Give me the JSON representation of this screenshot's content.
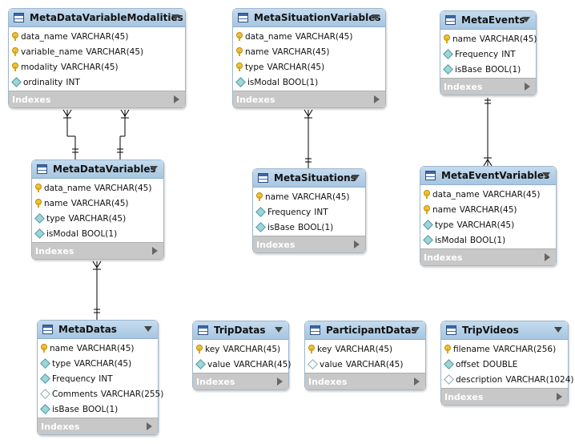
{
  "tables": {
    "metadatavariablemodalities": {
      "title": "MetaDataVariableModalities",
      "columns": [
        {
          "name": "data_name",
          "type": "VARCHAR(45)",
          "icon": "key"
        },
        {
          "name": "variable_name",
          "type": "VARCHAR(45)",
          "icon": "key"
        },
        {
          "name": "modality",
          "type": "VARCHAR(45)",
          "icon": "key"
        },
        {
          "name": "ordinality",
          "type": "INT",
          "icon": "attr"
        }
      ],
      "indexes_label": "Indexes"
    },
    "metasituationvariables": {
      "title": "MetaSituationVariables",
      "columns": [
        {
          "name": "data_name",
          "type": "VARCHAR(45)",
          "icon": "key"
        },
        {
          "name": "name",
          "type": "VARCHAR(45)",
          "icon": "key"
        },
        {
          "name": "type",
          "type": "VARCHAR(45)",
          "icon": "key"
        },
        {
          "name": "isModal",
          "type": "BOOL(1)",
          "icon": "attr"
        }
      ],
      "indexes_label": "Indexes"
    },
    "metaevents": {
      "title": "MetaEvents",
      "columns": [
        {
          "name": "name",
          "type": "VARCHAR(45)",
          "icon": "key"
        },
        {
          "name": "Frequency",
          "type": "INT",
          "icon": "attr"
        },
        {
          "name": "isBase",
          "type": "BOOL(1)",
          "icon": "attr"
        }
      ],
      "indexes_label": "Indexes"
    },
    "metadatavariables": {
      "title": "MetaDataVariables",
      "columns": [
        {
          "name": "data_name",
          "type": "VARCHAR(45)",
          "icon": "key"
        },
        {
          "name": "name",
          "type": "VARCHAR(45)",
          "icon": "key"
        },
        {
          "name": "type",
          "type": "VARCHAR(45)",
          "icon": "attr"
        },
        {
          "name": "isModal",
          "type": "BOOL(1)",
          "icon": "attr"
        }
      ],
      "indexes_label": "Indexes"
    },
    "metasituations": {
      "title": "MetaSituations",
      "columns": [
        {
          "name": "name",
          "type": "VARCHAR(45)",
          "icon": "key"
        },
        {
          "name": "Frequency",
          "type": "INT",
          "icon": "attr"
        },
        {
          "name": "isBase",
          "type": "BOOL(1)",
          "icon": "attr"
        }
      ],
      "indexes_label": "Indexes"
    },
    "metaeventvariables": {
      "title": "MetaEventVariables",
      "columns": [
        {
          "name": "data_name",
          "type": "VARCHAR(45)",
          "icon": "key"
        },
        {
          "name": "name",
          "type": "VARCHAR(45)",
          "icon": "key"
        },
        {
          "name": "type",
          "type": "VARCHAR(45)",
          "icon": "attr"
        },
        {
          "name": "isModal",
          "type": "BOOL(1)",
          "icon": "attr"
        }
      ],
      "indexes_label": "Indexes"
    },
    "metadatas": {
      "title": "MetaDatas",
      "columns": [
        {
          "name": "name",
          "type": "VARCHAR(45)",
          "icon": "key"
        },
        {
          "name": "type",
          "type": "VARCHAR(45)",
          "icon": "attr"
        },
        {
          "name": "Frequency",
          "type": "INT",
          "icon": "attr"
        },
        {
          "name": "Comments",
          "type": "VARCHAR(255)",
          "icon": "null"
        },
        {
          "name": "isBase",
          "type": "BOOL(1)",
          "icon": "attr"
        }
      ],
      "indexes_label": "Indexes"
    },
    "tripdatas": {
      "title": "TripDatas",
      "columns": [
        {
          "name": "key",
          "type": "VARCHAR(45)",
          "icon": "key"
        },
        {
          "name": "value",
          "type": "VARCHAR(45)",
          "icon": "attr"
        }
      ],
      "indexes_label": "Indexes"
    },
    "participantdatas": {
      "title": "ParticipantDatas",
      "columns": [
        {
          "name": "key",
          "type": "VARCHAR(45)",
          "icon": "key"
        },
        {
          "name": "value",
          "type": "VARCHAR(45)",
          "icon": "null"
        }
      ],
      "indexes_label": "Indexes"
    },
    "tripvideos": {
      "title": "TripVideos",
      "columns": [
        {
          "name": "filename",
          "type": "VARCHAR(256)",
          "icon": "key"
        },
        {
          "name": "offset",
          "type": "DOUBLE",
          "icon": "attr"
        },
        {
          "name": "description",
          "type": "VARCHAR(1024)",
          "icon": "null"
        }
      ],
      "indexes_label": "Indexes"
    }
  },
  "colors": {
    "header": "#a7c6e0",
    "indexes_bar": "#c8c8c8",
    "connector": "#000000"
  }
}
